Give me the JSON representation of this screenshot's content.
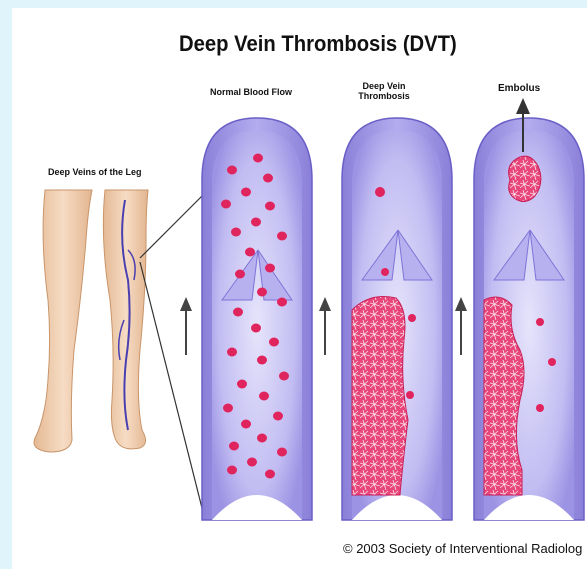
{
  "title": "Deep Vein Thrombosis (DVT)",
  "labels": {
    "legs": "Deep Veins of the Leg",
    "normal": "Normal Blood Flow",
    "dvt": "Deep Vein Thrombosis",
    "embolus": "Embolus"
  },
  "copyright": "© 2003 Society of Interventional Radiolog",
  "colors": {
    "background": "#dff4fb",
    "vein_wall": "#9a8fe0",
    "vein_inner": "#c9c6f5",
    "blood_cell": "#e0245e",
    "clot": "#e23a70",
    "skin": "#f2d1b3"
  }
}
